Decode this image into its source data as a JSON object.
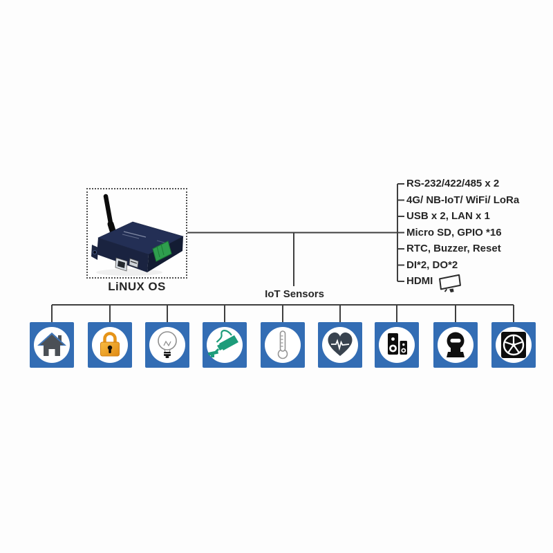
{
  "device": {
    "name": "iot-gateway",
    "label": "LiNUX OS"
  },
  "features": {
    "items": [
      {
        "label": "RS-232/422/485 x 2"
      },
      {
        "label": "4G/ NB-IoT/ WiFi/ LoRa"
      },
      {
        "label": "USB x 2, LAN x 1"
      },
      {
        "label": "Micro SD, GPIO *16"
      },
      {
        "label": "RTC, Buzzer, Reset"
      },
      {
        "label": "DI*2, DO*2"
      },
      {
        "label": "HDMI",
        "icon": "monitor-icon"
      }
    ]
  },
  "sensors": {
    "label": "IoT Sensors",
    "items": [
      {
        "icon": "smart-home-icon"
      },
      {
        "icon": "lock-security-icon"
      },
      {
        "icon": "light-bulb-icon"
      },
      {
        "icon": "cctv-camera-icon"
      },
      {
        "icon": "thermometer-icon"
      },
      {
        "icon": "heart-health-icon"
      },
      {
        "icon": "speakers-icon"
      },
      {
        "icon": "utility-meter-icon"
      },
      {
        "icon": "fan-icon"
      }
    ]
  },
  "colors": {
    "line": "#3e3e3e",
    "text": "#262626",
    "tile_blue": "#336db4",
    "lock_orange": "#efa125",
    "camera_green": "#1d9c7a",
    "heart_dark": "#39434f",
    "device_navy": "#232f55",
    "terminal_green": "#2f9e4e"
  }
}
